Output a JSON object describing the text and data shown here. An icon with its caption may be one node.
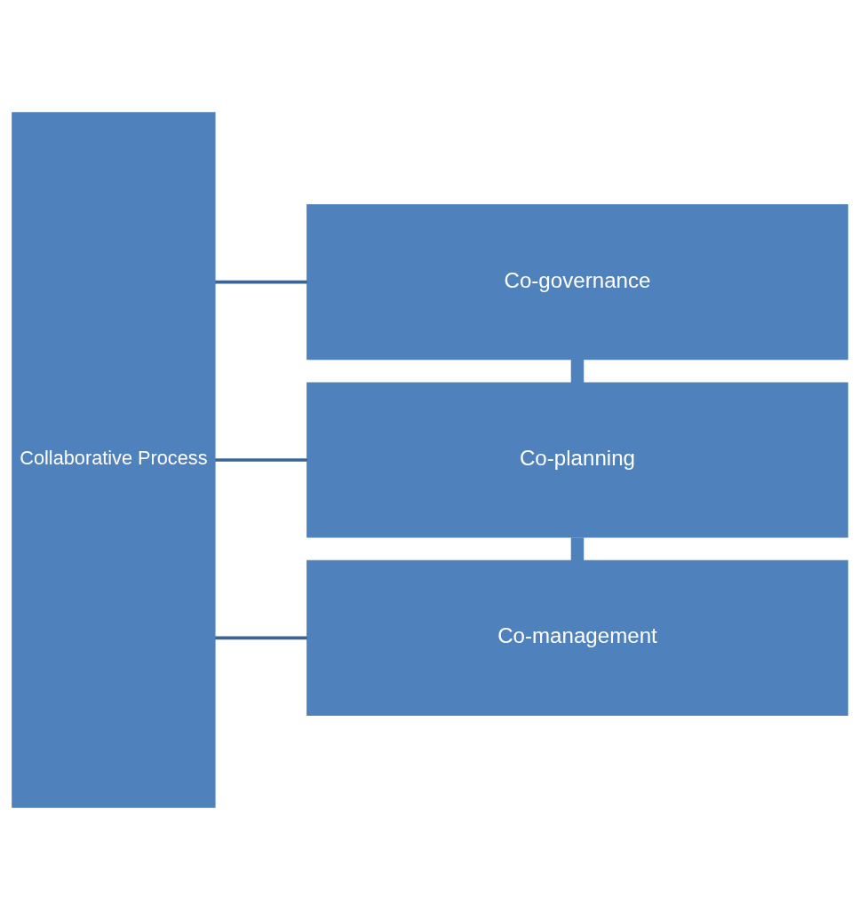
{
  "diagram": {
    "nodes": [
      {
        "text": [
          "Collaborative Process"
        ]
      },
      {
        "text": [
          "Co-governance"
        ]
      },
      {
        "text": [
          "Co-planning"
        ]
      },
      {
        "text": [
          "Co-management"
        ]
      }
    ],
    "edges": [
      {
        "from": 0,
        "to": 1,
        "arrow": "none"
      },
      {
        "from": 0,
        "to": 2,
        "arrow": "none"
      },
      {
        "from": 0,
        "to": 3,
        "arrow": "none"
      },
      {
        "from": 1,
        "to": 2,
        "arrow": "none",
        "style": "thick",
        "color": "#4f81bd"
      },
      {
        "from": 2,
        "to": 3,
        "arrow": "none",
        "style": "thick",
        "color": "#4f81bd"
      }
    ]
  }
}
